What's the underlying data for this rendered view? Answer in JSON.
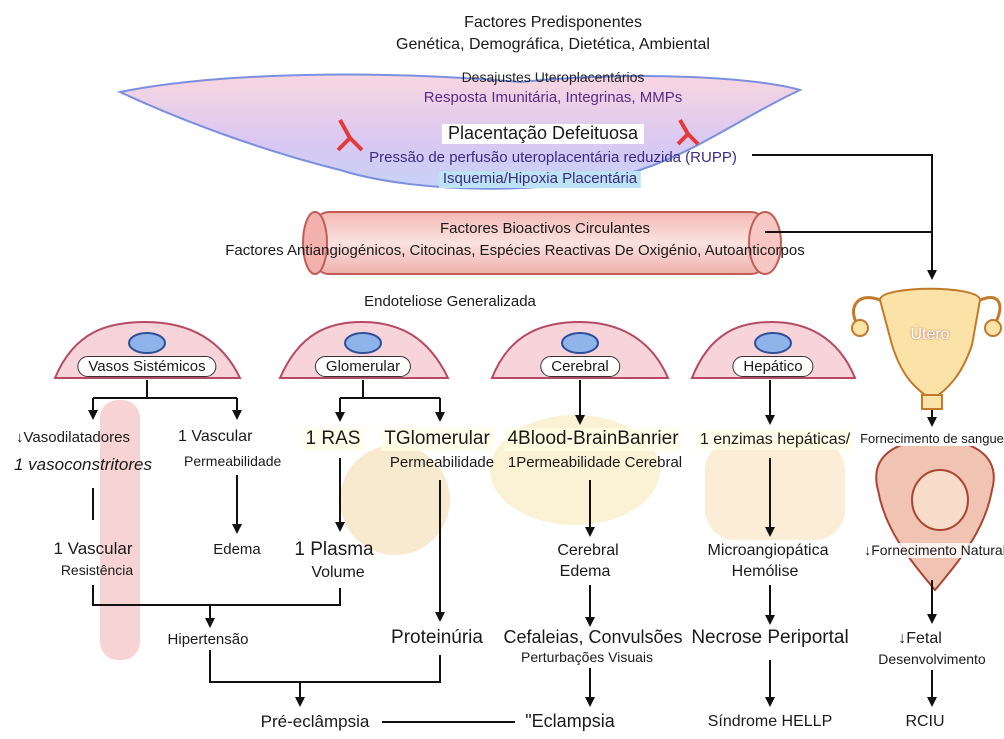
{
  "header": {
    "title": "Factores Predisponentes",
    "subtitle": "Genética, Demográfica, Dietética, Ambiental"
  },
  "placenta": {
    "line1": "Desajustes Uteroplacentários",
    "line2": "Resposta Imunitária, Integrinas, MMPs",
    "line3": "Placentação Defeituosa",
    "line4": "Pressão de perfusão uteroplacentária reduzida (RUPP)",
    "line5": "Isquemia/Hipoxia Placentária"
  },
  "vessel": {
    "line1": "Factores Bioactivos Circulantes",
    "line2": "Factores Antiangiogénicos, Citocinas, Espécies Reactivas De Oxigénio, Autoanticorpos"
  },
  "endotheliosis": "Endoteliose Generalizada",
  "cells": {
    "vasos": "Vasos Sistémicos",
    "glomerular": "Glomerular",
    "cerebral": "Cerebral",
    "hepatico": "Hepático",
    "utero": "Útero"
  },
  "vasos": {
    "vasodil": "↓Vasodilatadores",
    "vasocon": "1 vasoconstritores",
    "perm1": "1 Vascular",
    "perm2": "Permeabilidade",
    "res1": "1 Vascular",
    "res2": "Resistência",
    "edema": "Edema",
    "hipertensao": "Hipertensão"
  },
  "glom": {
    "ras": "1 RAS",
    "tglom": "TGlomerular",
    "perm": "Permeabilidade",
    "plasma1": "1 Plasma",
    "plasma2": "Volume",
    "proteinuria": "Proteinúria"
  },
  "cereb": {
    "bbb": "4Blood-BrainBanrier",
    "perm": "1Permeabilidade Cerebral",
    "edema1": "Cerebral",
    "edema2": "Edema",
    "sym1": "Cefaleias, Convulsões",
    "sym2": "Perturbações Visuais"
  },
  "hep": {
    "enz": "1 enzimas hepáticas/",
    "micro1": "Microangiopática",
    "micro2": "Hemólise",
    "necrose": "Necrose Periportal",
    "hellp": "Síndrome HELLP"
  },
  "uter": {
    "fornec": "Fornecimento de sangue",
    "fornec2": "↓Fornecimento Natural",
    "fetal1": "↓Fetal",
    "fetal2": "Desenvolvimento",
    "rciu": "RCIU"
  },
  "bottom": {
    "pre": "Pré-eclâmpsia",
    "ecl": "\"Eclampsia"
  },
  "colors": {
    "placenta_fill": "#f4c6d2",
    "placenta_band": "#c9c6f0",
    "vessel_fill": "#f6c9c7",
    "cell_fill": "#f7d3da",
    "nucleus": "#7fa7e0",
    "highlight_blue": "#bde3f5",
    "accent_purple": "#5b2a86"
  }
}
